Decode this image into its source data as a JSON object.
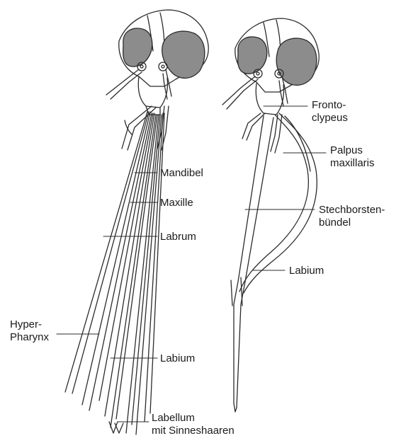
{
  "left_figure": {
    "labels": {
      "mandibel": "Mandibel",
      "maxille": "Maxille",
      "labrum": "Labrum",
      "hyperpharynx_line1": "Hyper-",
      "hyperpharynx_line2": "Pharynx",
      "labium": "Labium",
      "labellum_line1": "Labellum",
      "labellum_line2": "mit Sinneshaaren"
    }
  },
  "right_figure": {
    "labels": {
      "frontoclypeus_line1": "Fronto-",
      "frontoclypeus_line2": "clypeus",
      "palpus_line1": "Palpus",
      "palpus_line2": "maxillaris",
      "stechborsten_line1": "Stechborsten-",
      "stechborsten_line2": "bündel",
      "labium": "Labium"
    }
  },
  "colors": {
    "ink": "#2b2b2b",
    "eye_fill": "#8c8c8c",
    "background": "#ffffff"
  }
}
